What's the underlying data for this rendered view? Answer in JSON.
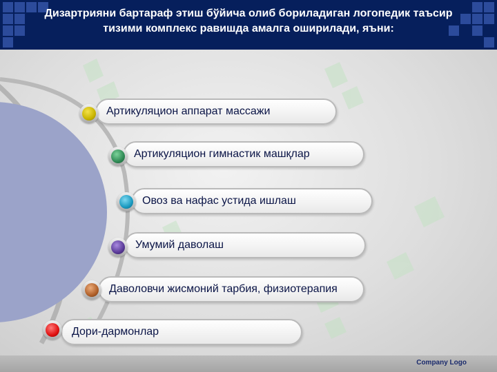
{
  "header": {
    "title": "Дизартрияни бартараф этиш бўйича олиб бориладиган логопедик таъсир тизими комплекс равишда амалга оширилади, яъни:"
  },
  "items": [
    {
      "label": "Артикуляцион аппарат массажи",
      "color": "#c8b400"
    },
    {
      "label": "Артикуляцион гимнастик машқлар",
      "color": "#2f8a55"
    },
    {
      "label": "Овоз ва нафас устида ишлаш",
      "color": "#1a9ac0"
    },
    {
      "label": "Умумий даволаш",
      "color": "#5a3a98"
    },
    {
      "label": "Даволовчи жисмоний тарбия, физиотерапия",
      "color": "#b0602a"
    },
    {
      "label": "Дори-дармонлар",
      "color": "#e01010"
    }
  ],
  "footer": {
    "company": "Company  Logo"
  }
}
